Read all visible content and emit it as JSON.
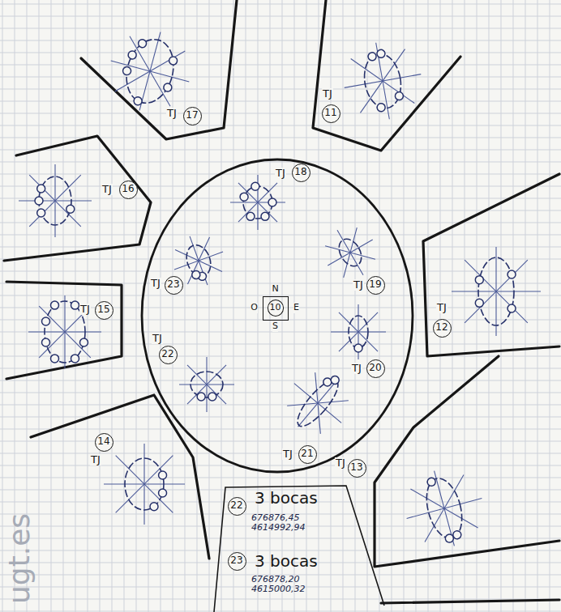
{
  "diagram": {
    "nodes": [
      {
        "text": [
          "17"
        ]
      },
      {
        "text": [
          "11"
        ]
      },
      {
        "text": [
          "18"
        ]
      },
      {
        "text": [
          "16"
        ]
      },
      {
        "text": [
          "23"
        ]
      },
      {
        "text": [
          "19"
        ]
      },
      {
        "text": [
          "12"
        ]
      },
      {
        "text": [
          "N",
          "O",
          "10",
          "E",
          "S"
        ]
      },
      {
        "text": [
          "15"
        ]
      },
      {
        "text": [
          "22"
        ]
      },
      {
        "text": [
          "20"
        ]
      },
      {
        "text": [
          "21"
        ]
      },
      {
        "text": [
          "14"
        ]
      },
      {
        "text": [
          "13"
        ]
      },
      {
        "text": [
          "3 bocas",
          "676876,45 4614992,94",
          "3 bocas",
          "676878,20 4615000,32"
        ]
      },
      {
        "text": [
          "22"
        ],
        "in": 14
      },
      {
        "text": [
          "23"
        ],
        "in": 14
      }
    ],
    "labels": [
      "TJ",
      "TJ",
      "TJ",
      "TJ",
      "TJ",
      "TJ",
      "TJ",
      "TJ",
      "TJ",
      "TJ",
      "TJ",
      "TJ",
      "TJ",
      "ugt.es"
    ]
  }
}
